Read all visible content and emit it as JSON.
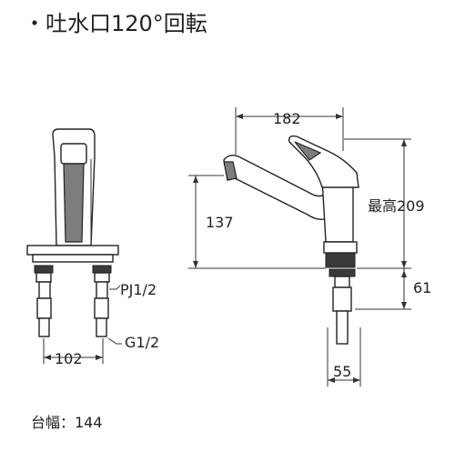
{
  "heading": "・吐水口120°回転",
  "dimensions": {
    "reach": "182",
    "spout_height": "137",
    "max_height": "最高209",
    "shank_length": "61",
    "shank_width": "55",
    "pitch": "102"
  },
  "labels": {
    "thread_pj": "PJ1/2",
    "thread_g": "G1/2"
  },
  "footer": "台幅：144"
}
